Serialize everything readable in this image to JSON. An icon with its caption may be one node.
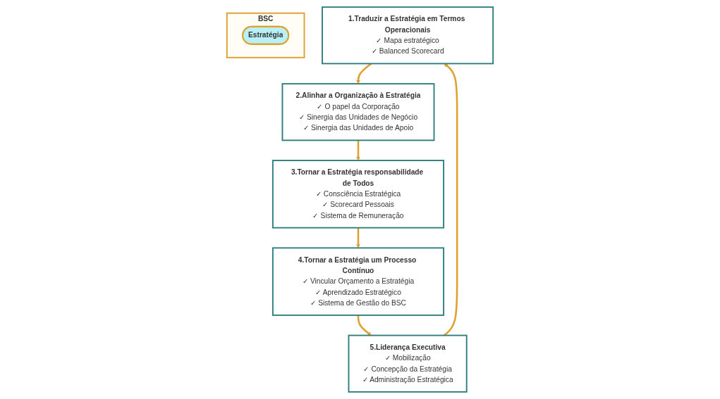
{
  "diagram": {
    "nodes": [
      {
        "text": [
          "1.Traduzir a Estratégia em Termos Operacionais",
          "✓ Mapa estratégico",
          "✓ Balanced Scorecard"
        ]
      },
      {
        "text": [
          "2.Alinhar a Organização à Estratégia",
          "✓ O papel da Corporação",
          "✓ Sinergia das Unidades de Negócio",
          "✓ Sinergia das Unidades de Apoio"
        ]
      },
      {
        "text": [
          "3.Tornar a Estratégia responsabilidade de Todos",
          "✓ Consciência Estratégica",
          "✓ Scorecard Pessoais",
          "✓ Sistema de Remuneração"
        ]
      },
      {
        "text": [
          "4.Tornar a Estratégia um Processo Contínuo",
          "✓ Vincular Orçamento a Estratégia",
          "✓ Aprendizado Estratégico",
          "✓ Sistema de Gestão do BSC"
        ]
      },
      {
        "text": [
          "5.Liderança Executiva",
          "✓ Mobilização",
          "✓ Concepção da Estratégia",
          "✓ Administração Estratégica"
        ]
      },
      {
        "text": [
          "BSC"
        ]
      },
      {
        "text": [
          "Estratégia"
        ],
        "in": 5
      }
    ],
    "edges": [
      {
        "from": 0,
        "to": 1,
        "arrow": "to"
      },
      {
        "from": 1,
        "to": 2,
        "arrow": "to"
      },
      {
        "from": 2,
        "to": 3,
        "arrow": "to"
      },
      {
        "from": 3,
        "to": 4,
        "arrow": "to"
      },
      {
        "from": 4,
        "to": 0,
        "arrow": "to"
      }
    ]
  }
}
